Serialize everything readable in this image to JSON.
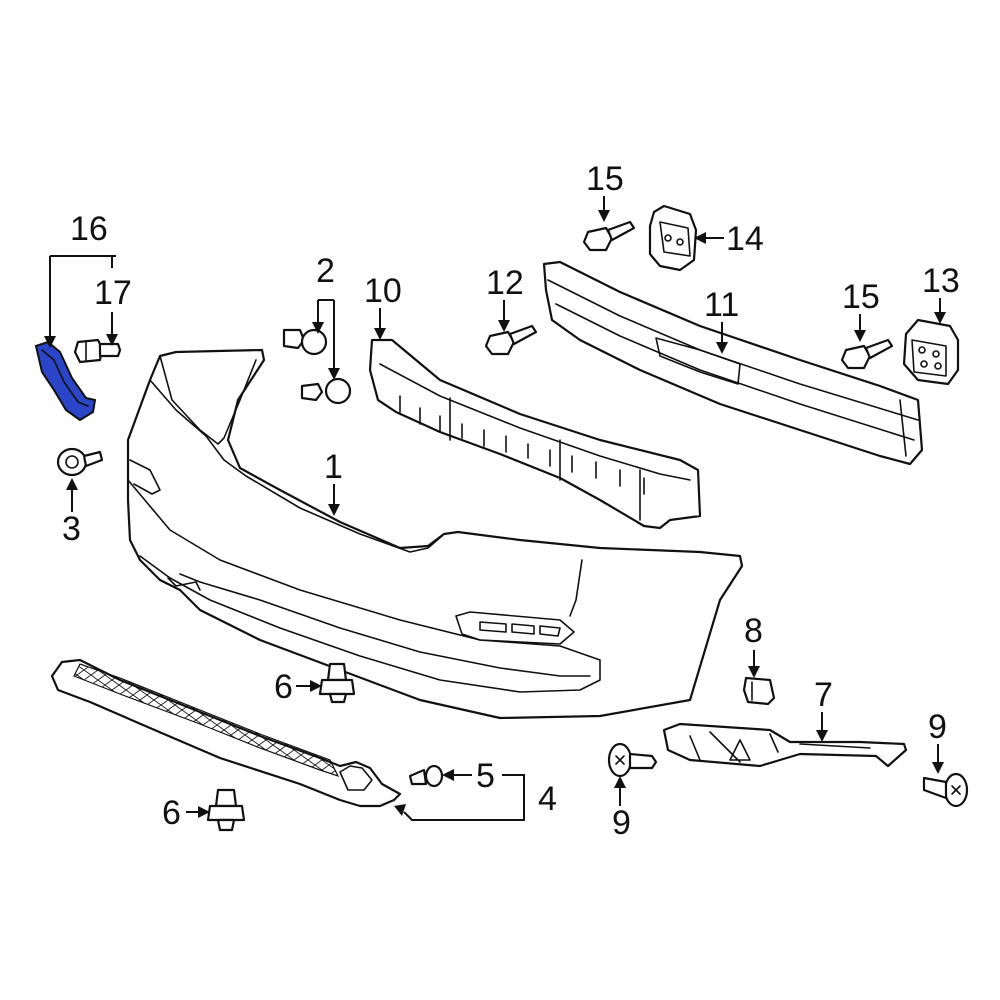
{
  "highlight_color": "#2b45c8",
  "highlighted_part": "16",
  "callouts": {
    "c1": "1",
    "c2": "2",
    "c3": "3",
    "c4": "4",
    "c5": "5",
    "c6a": "6",
    "c6b": "6",
    "c7": "7",
    "c8": "8",
    "c9a": "9",
    "c9b": "9",
    "c10": "10",
    "c11": "11",
    "c12": "12",
    "c13": "13",
    "c14": "14",
    "c15a": "15",
    "c15b": "15",
    "c16": "16",
    "c17": "17"
  }
}
